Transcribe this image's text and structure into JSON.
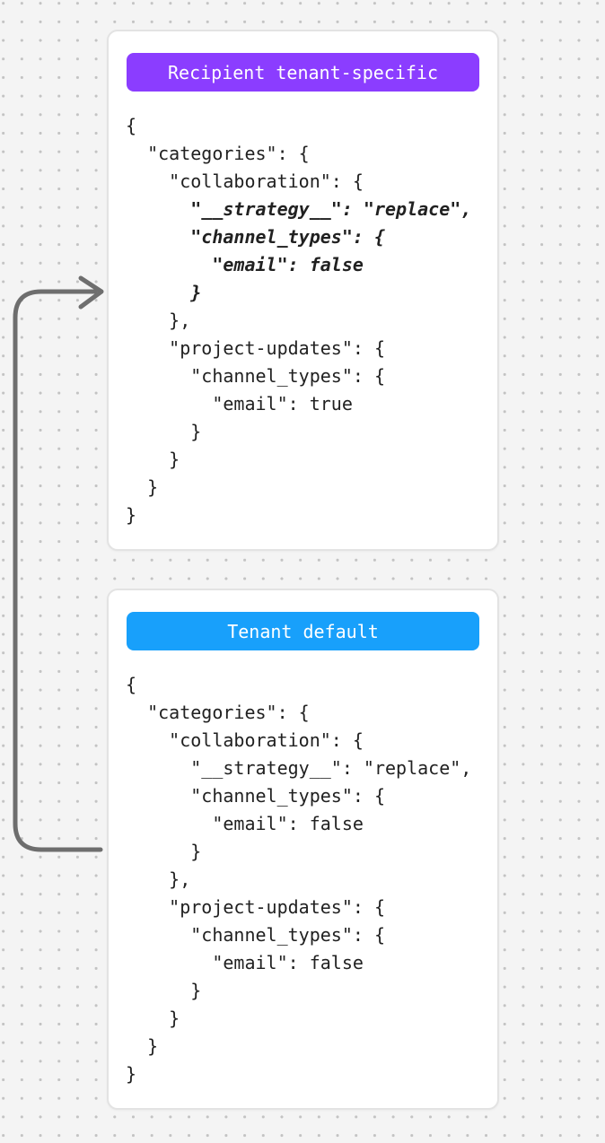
{
  "page": {
    "background_color": "#f4f4f4",
    "dot_color": "#c3c3c3"
  },
  "arrow": {
    "semantic": "merge-direction-arrow pointing from tenant-default card up into recipient-tenant-specific card",
    "color": "#6e6e6e"
  },
  "cards": [
    {
      "id": "recipient-tenant-specific",
      "badge": {
        "label": "Recipient tenant-specific",
        "color": "#8b3dff",
        "text_color": "#ffffff"
      },
      "code_lines": [
        {
          "text": "{",
          "emphasis": false
        },
        {
          "text": "  \"categories\": {",
          "emphasis": false
        },
        {
          "text": "    \"collaboration\": {",
          "emphasis": false
        },
        {
          "text": "      \"__strategy__\": \"replace\",",
          "emphasis": true
        },
        {
          "text": "      \"channel_types\": {",
          "emphasis": true
        },
        {
          "text": "        \"email\": false",
          "emphasis": true
        },
        {
          "text": "      }",
          "emphasis": true
        },
        {
          "text": "    },",
          "emphasis": false
        },
        {
          "text": "    \"project-updates\": {",
          "emphasis": false
        },
        {
          "text": "      \"channel_types\": {",
          "emphasis": false
        },
        {
          "text": "        \"email\": true",
          "emphasis": false
        },
        {
          "text": "      }",
          "emphasis": false
        },
        {
          "text": "    }",
          "emphasis": false
        },
        {
          "text": "  }",
          "emphasis": false
        },
        {
          "text": "}",
          "emphasis": false
        }
      ]
    },
    {
      "id": "tenant-default",
      "badge": {
        "label": "Tenant default",
        "color": "#18a0fb",
        "text_color": "#ffffff"
      },
      "code_lines": [
        {
          "text": "{",
          "emphasis": false
        },
        {
          "text": "  \"categories\": {",
          "emphasis": false
        },
        {
          "text": "    \"collaboration\": {",
          "emphasis": false
        },
        {
          "text": "      \"__strategy__\": \"replace\",",
          "emphasis": false
        },
        {
          "text": "      \"channel_types\": {",
          "emphasis": false
        },
        {
          "text": "        \"email\": false",
          "emphasis": false
        },
        {
          "text": "      }",
          "emphasis": false
        },
        {
          "text": "    },",
          "emphasis": false
        },
        {
          "text": "    \"project-updates\": {",
          "emphasis": false
        },
        {
          "text": "      \"channel_types\": {",
          "emphasis": false
        },
        {
          "text": "        \"email\": false",
          "emphasis": false
        },
        {
          "text": "      }",
          "emphasis": false
        },
        {
          "text": "    }",
          "emphasis": false
        },
        {
          "text": "  }",
          "emphasis": false
        },
        {
          "text": "}",
          "emphasis": false
        }
      ]
    }
  ]
}
